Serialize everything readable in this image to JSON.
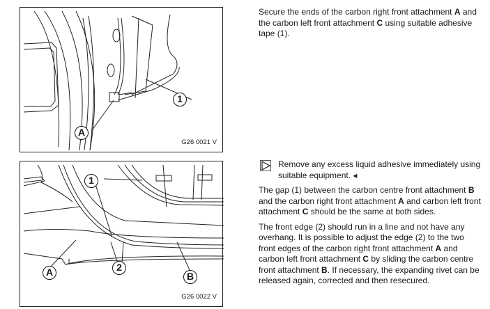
{
  "figure1": {
    "code": "G26 0021 V",
    "callouts": {
      "one": "1",
      "a": "A"
    }
  },
  "figure2": {
    "code": "G26 0022 V",
    "callouts": {
      "one": "1",
      "two": "2",
      "a": "A",
      "b": "B"
    }
  },
  "step1": {
    "t1": "Secure the ends of the carbon right front attachment ",
    "b1": "A",
    "t2": " and the carbon left front attachment ",
    "b2": "C",
    "t3": " using suit­able adhesive tape (1)."
  },
  "note": {
    "icon": "play-triangle-note-icon",
    "text": "Remove any excess liquid adhesive immediately using suitable equipment.",
    "end_marker": "◂"
  },
  "step2": {
    "t1": "The gap (1) between the carbon centre front attach­ment ",
    "b1": "B",
    "t2": " and the carbon right front attachment ",
    "b2": "A",
    "t3": " and carbon left front attachment ",
    "b3": "C",
    "t4": " should be the same at both sides."
  },
  "step3": {
    "t1": "The front edge (2) should run in a line and not have any overhang. It is possible to adjust the edge (2) to the two front edges of the carbon right front attach­ment ",
    "b1": "A",
    "t2": " and carbon left front attachment ",
    "b2": "C",
    "t3": " by sliding the carbon centre front attachment ",
    "b3": "B",
    "t4": ". If necessary, the expanding rivet can be released again, corrected and then resecured."
  }
}
